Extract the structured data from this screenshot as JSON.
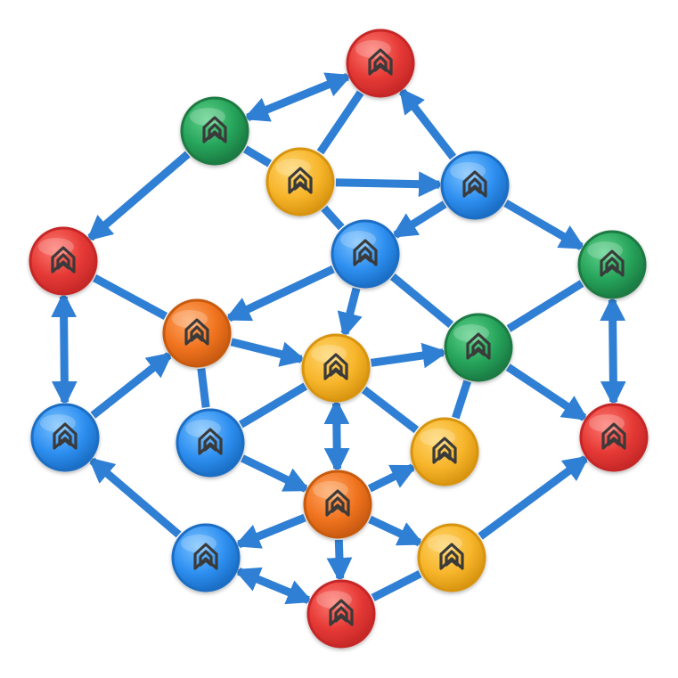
{
  "palette": {
    "red": {
      "fill": "#e53935",
      "light": "#ff7b72",
      "ring": "#c62828"
    },
    "green": {
      "fill": "#26a35a",
      "light": "#5fd38b",
      "ring": "#1b7a43"
    },
    "yellow": {
      "fill": "#f7b52b",
      "light": "#ffd66e",
      "ring": "#d89410"
    },
    "blue": {
      "fill": "#2e8ff0",
      "light": "#7cc3ff",
      "ring": "#1a6dc4"
    },
    "orange": {
      "fill": "#f0731f",
      "light": "#ffa765",
      "ring": "#c85a10"
    }
  },
  "edge_color": "#2f7fd4",
  "node_icon": "house-chevron-icon",
  "nodes": [
    {
      "id": "red-top",
      "color": "red"
    },
    {
      "id": "green-top-left",
      "color": "green"
    },
    {
      "id": "yellow-upper",
      "color": "yellow"
    },
    {
      "id": "blue-upper-right",
      "color": "blue"
    },
    {
      "id": "red-left",
      "color": "red"
    },
    {
      "id": "blue-center-upper",
      "color": "blue"
    },
    {
      "id": "green-right",
      "color": "green"
    },
    {
      "id": "orange-left",
      "color": "orange"
    },
    {
      "id": "yellow-center",
      "color": "yellow"
    },
    {
      "id": "green-center-right",
      "color": "green"
    },
    {
      "id": "blue-left",
      "color": "blue"
    },
    {
      "id": "blue-center-left",
      "color": "blue"
    },
    {
      "id": "yellow-center-right",
      "color": "yellow"
    },
    {
      "id": "red-right",
      "color": "red"
    },
    {
      "id": "orange-center-lower",
      "color": "orange"
    },
    {
      "id": "blue-bottom-left",
      "color": "blue"
    },
    {
      "id": "yellow-bottom-right",
      "color": "yellow"
    },
    {
      "id": "red-bottom",
      "color": "red"
    }
  ],
  "edges": [
    {
      "from": "green-top-left",
      "to": "red-top",
      "arrow_start": true,
      "arrow_end": true
    },
    {
      "from": "blue-upper-right",
      "to": "red-top",
      "arrow_start": false,
      "arrow_end": true
    },
    {
      "from": "red-top",
      "to": "yellow-upper",
      "arrow_start": false,
      "arrow_end": false
    },
    {
      "from": "yellow-upper",
      "to": "blue-upper-right",
      "arrow_start": false,
      "arrow_end": true
    },
    {
      "from": "green-top-left",
      "to": "yellow-upper",
      "arrow_start": false,
      "arrow_end": false
    },
    {
      "from": "green-top-left",
      "to": "red-left",
      "arrow_start": false,
      "arrow_end": true
    },
    {
      "from": "yellow-upper",
      "to": "blue-center-upper",
      "arrow_start": false,
      "arrow_end": false
    },
    {
      "from": "blue-upper-right",
      "to": "blue-center-upper",
      "arrow_start": false,
      "arrow_end": true
    },
    {
      "from": "blue-upper-right",
      "to": "green-right",
      "arrow_start": false,
      "arrow_end": true
    },
    {
      "from": "blue-center-upper",
      "to": "orange-left",
      "arrow_start": false,
      "arrow_end": true
    },
    {
      "from": "blue-center-upper",
      "to": "yellow-center",
      "arrow_start": false,
      "arrow_end": true
    },
    {
      "from": "blue-center-upper",
      "to": "green-center-right",
      "arrow_start": false,
      "arrow_end": false
    },
    {
      "from": "red-left",
      "to": "orange-left",
      "arrow_start": false,
      "arrow_end": false
    },
    {
      "from": "red-left",
      "to": "blue-left",
      "arrow_start": true,
      "arrow_end": true
    },
    {
      "from": "green-right",
      "to": "green-center-right",
      "arrow_start": false,
      "arrow_end": false
    },
    {
      "from": "green-right",
      "to": "red-right",
      "arrow_start": true,
      "arrow_end": true
    },
    {
      "from": "orange-left",
      "to": "yellow-center",
      "arrow_start": false,
      "arrow_end": true
    },
    {
      "from": "blue-left",
      "to": "orange-left",
      "arrow_start": false,
      "arrow_end": true
    },
    {
      "from": "orange-left",
      "to": "blue-center-left",
      "arrow_start": false,
      "arrow_end": false
    },
    {
      "from": "yellow-center",
      "to": "green-center-right",
      "arrow_start": false,
      "arrow_end": true
    },
    {
      "from": "blue-center-left",
      "to": "yellow-center",
      "arrow_start": false,
      "arrow_end": false
    },
    {
      "from": "yellow-center",
      "to": "yellow-center-right",
      "arrow_start": false,
      "arrow_end": false
    },
    {
      "from": "yellow-center",
      "to": "orange-center-lower",
      "arrow_start": true,
      "arrow_end": true
    },
    {
      "from": "green-center-right",
      "to": "yellow-center-right",
      "arrow_start": false,
      "arrow_end": false
    },
    {
      "from": "green-center-right",
      "to": "red-right",
      "arrow_start": false,
      "arrow_end": true
    },
    {
      "from": "blue-center-left",
      "to": "orange-center-lower",
      "arrow_start": false,
      "arrow_end": true
    },
    {
      "from": "orange-center-lower",
      "to": "yellow-center-right",
      "arrow_start": false,
      "arrow_end": true
    },
    {
      "from": "orange-center-lower",
      "to": "blue-bottom-left",
      "arrow_start": false,
      "arrow_end": true
    },
    {
      "from": "orange-center-lower",
      "to": "yellow-bottom-right",
      "arrow_start": false,
      "arrow_end": true
    },
    {
      "from": "orange-center-lower",
      "to": "red-bottom",
      "arrow_start": false,
      "arrow_end": true
    },
    {
      "from": "blue-bottom-left",
      "to": "blue-left",
      "arrow_start": false,
      "arrow_end": true
    },
    {
      "from": "blue-bottom-left",
      "to": "red-bottom",
      "arrow_start": true,
      "arrow_end": true
    },
    {
      "from": "red-bottom",
      "to": "yellow-bottom-right",
      "arrow_start": false,
      "arrow_end": false
    },
    {
      "from": "yellow-bottom-right",
      "to": "red-right",
      "arrow_start": false,
      "arrow_end": true
    }
  ]
}
